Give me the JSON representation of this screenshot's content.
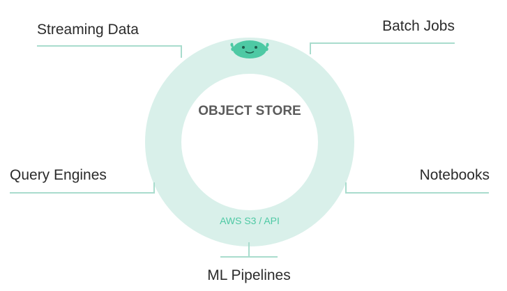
{
  "diagram": {
    "center": {
      "title": "OBJECT STORE",
      "subtitle": "AWS S3 / API",
      "logo_icon": "axolotl-mascot-icon"
    },
    "connections": {
      "streaming": "Streaming Data",
      "batch": "Batch Jobs",
      "query": "Query Engines",
      "notebooks": "Notebooks",
      "ml": "ML Pipelines"
    },
    "colors": {
      "ring": "#d9f0ea",
      "connector": "#a9dccd",
      "accent": "#4ec9a4",
      "label": "#2b2b2b",
      "title": "#5b5b5b"
    }
  }
}
